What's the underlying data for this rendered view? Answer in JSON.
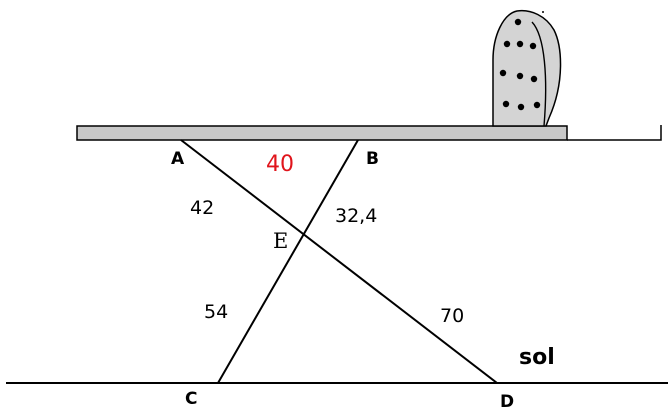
{
  "points": {
    "A": "A",
    "B": "B",
    "C": "C",
    "D": "D",
    "E": "E"
  },
  "lengths": {
    "AB": "40",
    "AE": "42",
    "BE": "32,4",
    "EC": "54",
    "ED": "70"
  },
  "ground_label": "sol",
  "colors": {
    "highlight": "#e0141b",
    "board": "#c8c8c8",
    "iron": "#d4d4d4"
  },
  "icons": {
    "iron": "clothes-iron-icon"
  }
}
